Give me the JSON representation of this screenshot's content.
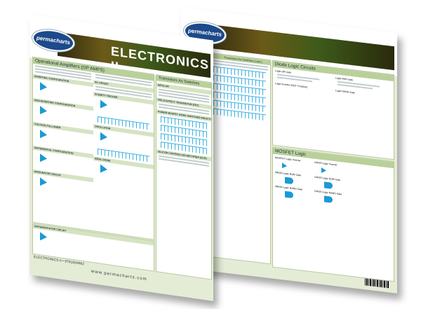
{
  "brand": "permacharts",
  "back_sheet": {
    "sections": [
      "Transistors As Switches (cont.)",
      "Diode Logic Circuits",
      "MOSFET Logic"
    ],
    "sub": [
      "Logic OR Gate",
      "Logic AND Gate",
      "Logic Inverter (NOT Function)",
      "Logic NAND Gate",
      "MOSFET Logic Inverter",
      "CMOS Logic Inverter",
      "NMOS Logic NOR Gate",
      "CMOS Logic NOR Gate",
      "NMOS Logic NAND Gate",
      "CMOS Logic NAND Gate"
    ]
  },
  "front_sheet": {
    "title": "ELECTRONICS II",
    "col1": {
      "heading": "Operational Amplifiers (OP AMPS)",
      "subs": [
        "Inverting Configuration",
        "Non-Inverting Configuration",
        "Voltage Follower",
        "Differential Configuration",
        "Integrator Circuit",
        "Differentiator Circuit"
      ]
    },
    "col2": {
      "subs": [
        "DC Offset",
        "Schmitt Trigger",
        "Oscillator",
        "Ideal Diode"
      ]
    },
    "col3": {
      "heading": "Transistors As Switches",
      "subs": [
        "Bipolar",
        "Field-Effect Transistor (FET)",
        "Power MOSFET Using Switched Inductor Load",
        "Silicon Controlled Rectifier (SCR)"
      ]
    },
    "website": "www.permacharts.com",
    "code": "ELECTRONICS II • 9781554962"
  },
  "colors": {
    "accent": "#1a9ad6",
    "header": "#b9d09a",
    "frame": "#e4ecd6"
  }
}
